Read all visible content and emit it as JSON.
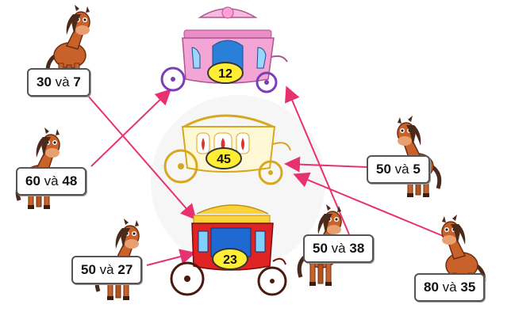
{
  "carriages": [
    {
      "id": "pink",
      "value": "12",
      "color": "#f3a6d6"
    },
    {
      "id": "gold",
      "value": "45",
      "color": "#f2d24a"
    },
    {
      "id": "red",
      "value": "23",
      "color": "#e02323"
    }
  ],
  "horses": [
    {
      "id": "h1",
      "a": "30",
      "conj": "và",
      "b": "7"
    },
    {
      "id": "h2",
      "a": "60",
      "conj": "và",
      "b": "48"
    },
    {
      "id": "h3",
      "a": "50",
      "conj": "và",
      "b": "27"
    },
    {
      "id": "h4",
      "a": "50",
      "conj": "và",
      "b": "5"
    },
    {
      "id": "h5",
      "a": "50",
      "conj": "và",
      "b": "38"
    },
    {
      "id": "h6",
      "a": "80",
      "conj": "và",
      "b": "35"
    }
  ],
  "colors": {
    "arrow": "#e8326f",
    "horse_body": "#c8622a",
    "horse_mane": "#4a2a1a",
    "badge": "#ffee33"
  }
}
